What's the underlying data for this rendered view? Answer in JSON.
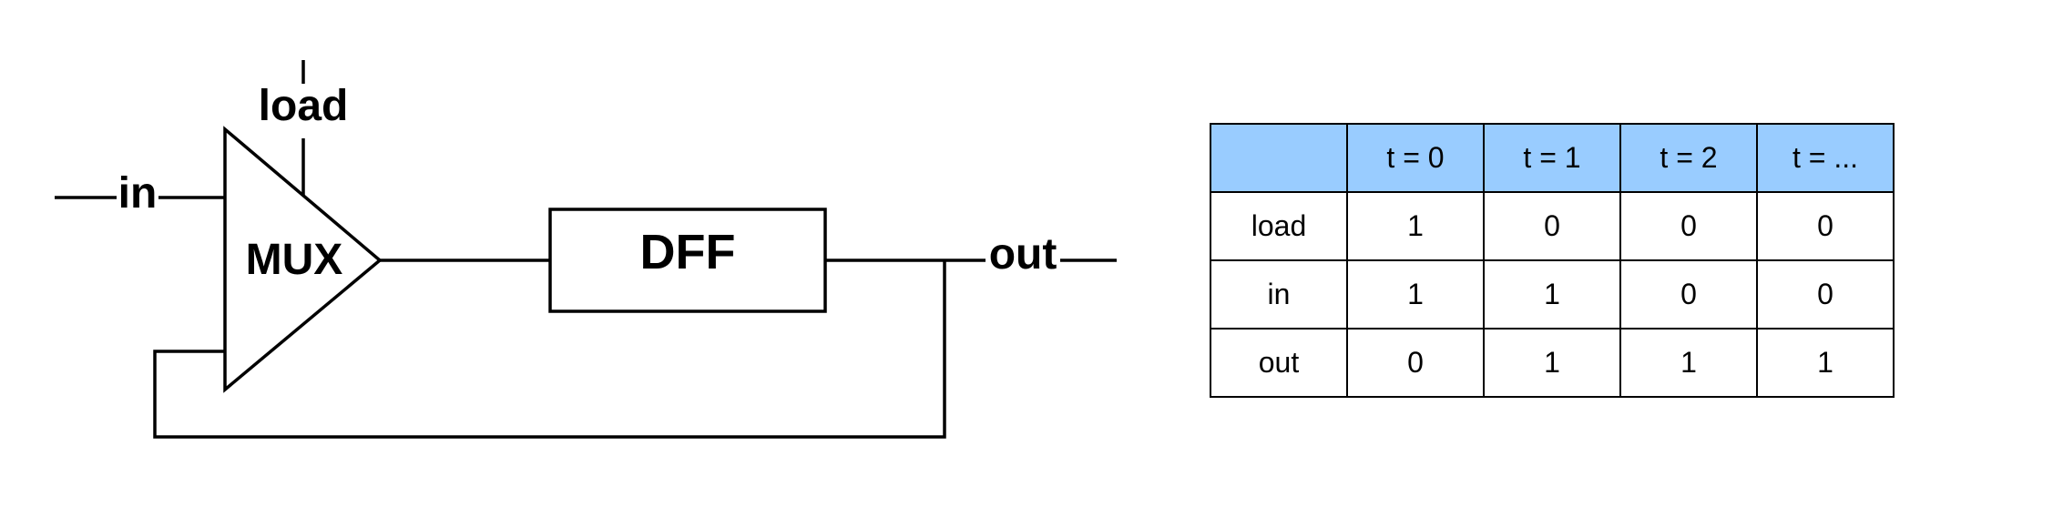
{
  "diagram": {
    "labels": {
      "in": "in",
      "load": "load",
      "mux": "MUX",
      "dff": "DFF",
      "out": "out"
    },
    "colors": {
      "header_fill": "#99ccff",
      "line": "#000000"
    }
  },
  "truth_table": {
    "header": [
      "",
      "t = 0",
      "t = 1",
      "t = 2",
      "t = ..."
    ],
    "rows": [
      {
        "label": "load",
        "values": [
          "1",
          "0",
          "0",
          "0"
        ]
      },
      {
        "label": "in",
        "values": [
          "1",
          "1",
          "0",
          "0"
        ]
      },
      {
        "label": "out",
        "values": [
          "0",
          "1",
          "1",
          "1"
        ]
      }
    ]
  }
}
